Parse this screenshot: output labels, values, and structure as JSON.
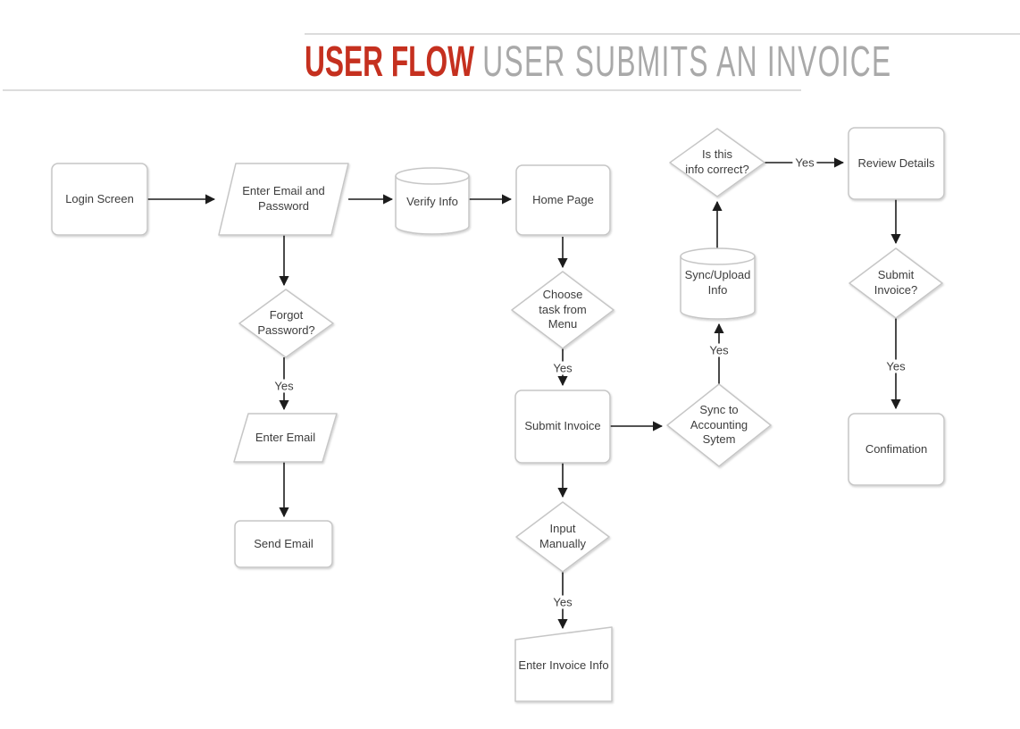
{
  "header": {
    "title_primary": "USER FLOW",
    "title_secondary": "USER SUBMITS AN INVOICE",
    "accent_color": "#c5301f",
    "secondary_text_color": "#a9a9a9"
  },
  "diagram": {
    "nodes": [
      {
        "id": "login-screen",
        "type": "process",
        "label": "Login Screen"
      },
      {
        "id": "enter-email-password",
        "type": "input-output",
        "label": "Enter Email and\nPassword"
      },
      {
        "id": "verify-info",
        "type": "database",
        "label": "Verify Info"
      },
      {
        "id": "home-page",
        "type": "process",
        "label": "Home Page"
      },
      {
        "id": "forgot-password",
        "type": "decision",
        "label": "Forgot\nPassword?"
      },
      {
        "id": "enter-email",
        "type": "input-output",
        "label": "Enter Email"
      },
      {
        "id": "send-email",
        "type": "process",
        "label": "Send Email"
      },
      {
        "id": "choose-task",
        "type": "decision",
        "label": "Choose\ntask from\nMenu"
      },
      {
        "id": "submit-invoice",
        "type": "process",
        "label": "Submit Invoice"
      },
      {
        "id": "sync-accounting",
        "type": "decision",
        "label": "Sync to\nAccounting\nSytem"
      },
      {
        "id": "input-manually",
        "type": "decision",
        "label": "Input\nManually"
      },
      {
        "id": "enter-invoice-info",
        "type": "manual-input",
        "label": "Enter Invoice Info"
      },
      {
        "id": "sync-upload",
        "type": "database",
        "label": "Sync/Upload\nInfo"
      },
      {
        "id": "info-correct",
        "type": "decision",
        "label": "Is this\ninfo correct?"
      },
      {
        "id": "review-details",
        "type": "process",
        "label": "Review Details"
      },
      {
        "id": "submit-invoice-question",
        "type": "decision",
        "label": "Submit\nInvoice?"
      },
      {
        "id": "confirmation",
        "type": "process",
        "label": "Confimation"
      }
    ],
    "edges": [
      {
        "from": "login-screen",
        "to": "enter-email-password",
        "label": ""
      },
      {
        "from": "enter-email-password",
        "to": "verify-info",
        "label": ""
      },
      {
        "from": "verify-info",
        "to": "home-page",
        "label": ""
      },
      {
        "from": "enter-email-password",
        "to": "forgot-password",
        "label": ""
      },
      {
        "from": "forgot-password",
        "to": "enter-email",
        "label": "Yes"
      },
      {
        "from": "enter-email",
        "to": "send-email",
        "label": ""
      },
      {
        "from": "home-page",
        "to": "choose-task",
        "label": ""
      },
      {
        "from": "choose-task",
        "to": "submit-invoice",
        "label": "Yes"
      },
      {
        "from": "submit-invoice",
        "to": "sync-accounting",
        "label": ""
      },
      {
        "from": "submit-invoice",
        "to": "input-manually",
        "label": ""
      },
      {
        "from": "input-manually",
        "to": "enter-invoice-info",
        "label": "Yes"
      },
      {
        "from": "sync-accounting",
        "to": "sync-upload",
        "label": "Yes"
      },
      {
        "from": "sync-upload",
        "to": "info-correct",
        "label": ""
      },
      {
        "from": "info-correct",
        "to": "review-details",
        "label": "Yes"
      },
      {
        "from": "review-details",
        "to": "submit-invoice-question",
        "label": ""
      },
      {
        "from": "submit-invoice-question",
        "to": "confirmation",
        "label": "Yes"
      }
    ]
  }
}
